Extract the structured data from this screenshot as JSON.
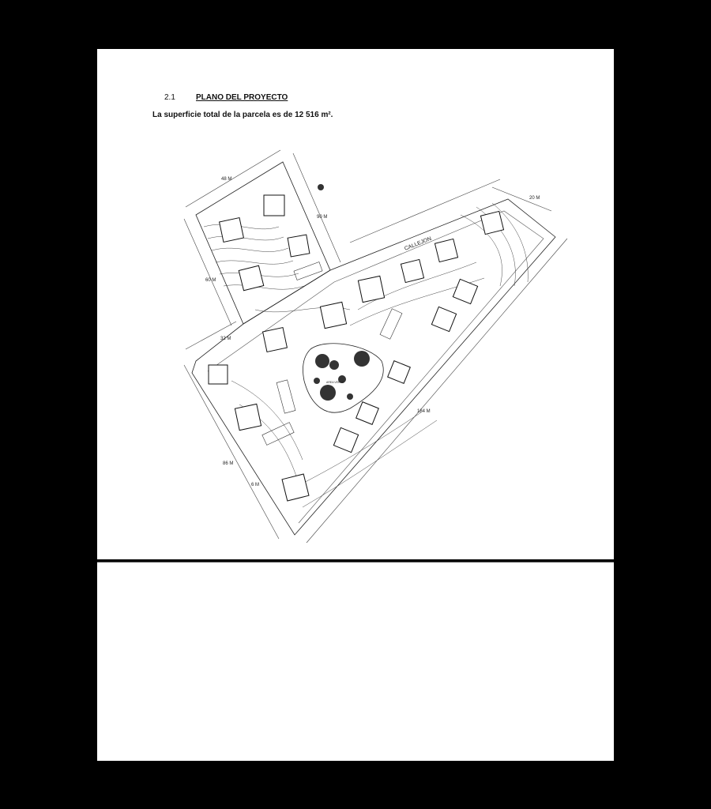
{
  "section": {
    "number": "2.1",
    "title": "PLANO DEL PROYECTO",
    "intro": "La superficie total de la parcela es de 12 516 m²."
  },
  "plan": {
    "street_label": "CALLEJON",
    "center_label": "AREA VERDE",
    "dimensions": [
      "48 M",
      "90 M",
      "60 M",
      "32 M",
      "86 M",
      "6 M",
      "20 M",
      "184 M"
    ]
  }
}
